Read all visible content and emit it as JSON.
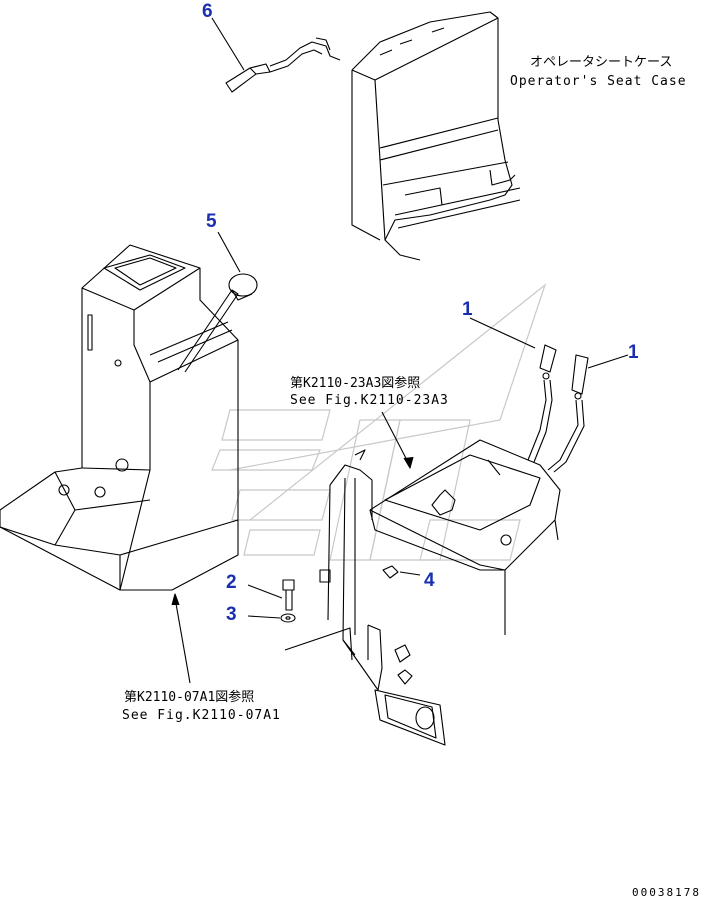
{
  "callouts": {
    "c1a": "1",
    "c1b": "1",
    "c2": "2",
    "c3": "3",
    "c4": "4",
    "c5": "5",
    "c6": "6"
  },
  "labels": {
    "seat_case_jp": "オペレータシートケース",
    "seat_case_en": "Operator's Seat Case",
    "ref_23a3_jp": "第K2110-23A3図参照",
    "ref_23a3_en": "See Fig.K2110-23A3",
    "ref_07a1_jp": "第K2110-07A1図参照",
    "ref_07a1_en": "See Fig.K2110-07A1"
  },
  "drawing_number": "00038178",
  "colors": {
    "line": "#000000",
    "callout": "#1a2fb0",
    "watermark": "#c8c8c8"
  }
}
